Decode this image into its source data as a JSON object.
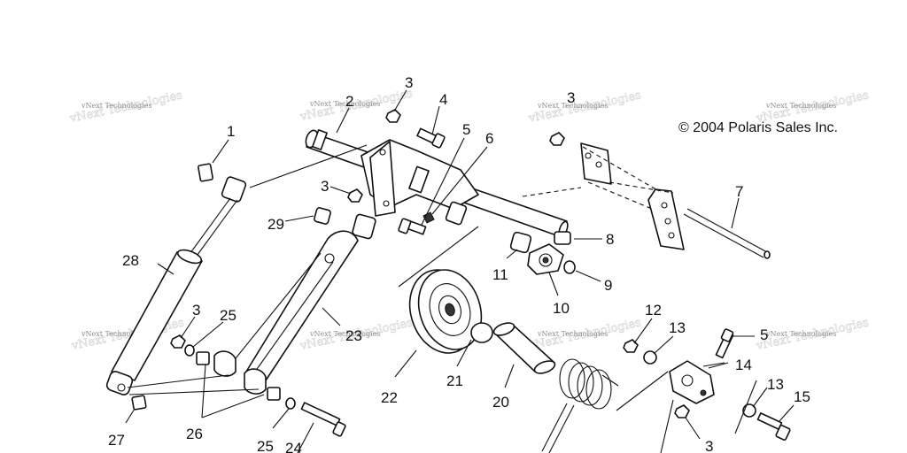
{
  "copyright": "© 2004 Polaris Sales Inc.",
  "watermark": "vNext Technologies",
  "callouts": {
    "c1": "1",
    "c2": "2",
    "c3a": "3",
    "c3b": "3",
    "c3c": "3",
    "c3d": "3",
    "c3e": "3",
    "c4": "4",
    "c5a": "5",
    "c5b": "5",
    "c6": "6",
    "c7": "7",
    "c8": "8",
    "c9": "9",
    "c10": "10",
    "c11": "11",
    "c12": "12",
    "c13a": "13",
    "c13b": "13",
    "c14": "14",
    "c15": "15",
    "c20": "20",
    "c21": "21",
    "c22": "22",
    "c23": "23",
    "c24": "24",
    "c25a": "25",
    "c25b": "25",
    "c26": "26",
    "c27": "27",
    "c28": "28",
    "c29": "29"
  }
}
